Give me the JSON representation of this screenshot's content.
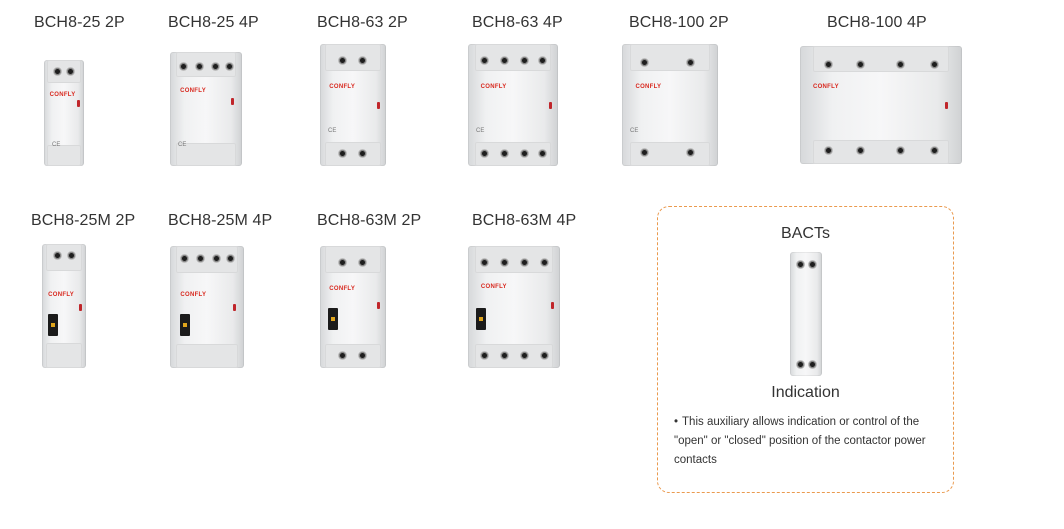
{
  "products": [
    {
      "label": "BCH8-25 2P"
    },
    {
      "label": "BCH8-25 4P"
    },
    {
      "label": "BCH8-63 2P"
    },
    {
      "label": "BCH8-63 4P"
    },
    {
      "label": "BCH8-100 2P"
    },
    {
      "label": "BCH8-100 4P"
    },
    {
      "label": "BCH8-25M 2P"
    },
    {
      "label": "BCH8-25M 4P"
    },
    {
      "label": "BCH8-63M 2P"
    },
    {
      "label": "BCH8-63M 4P"
    }
  ],
  "brand": "CONFLY",
  "accessory": {
    "title": "BACTs",
    "subtitle": "Indication",
    "bullet": "•",
    "description": "This auxiliary allows indication or control of the \"open\" or \"closed\" position of the contactor power contacts"
  },
  "colors": {
    "frame_border": "#ea9a4f",
    "brand_red": "#d8281e"
  }
}
